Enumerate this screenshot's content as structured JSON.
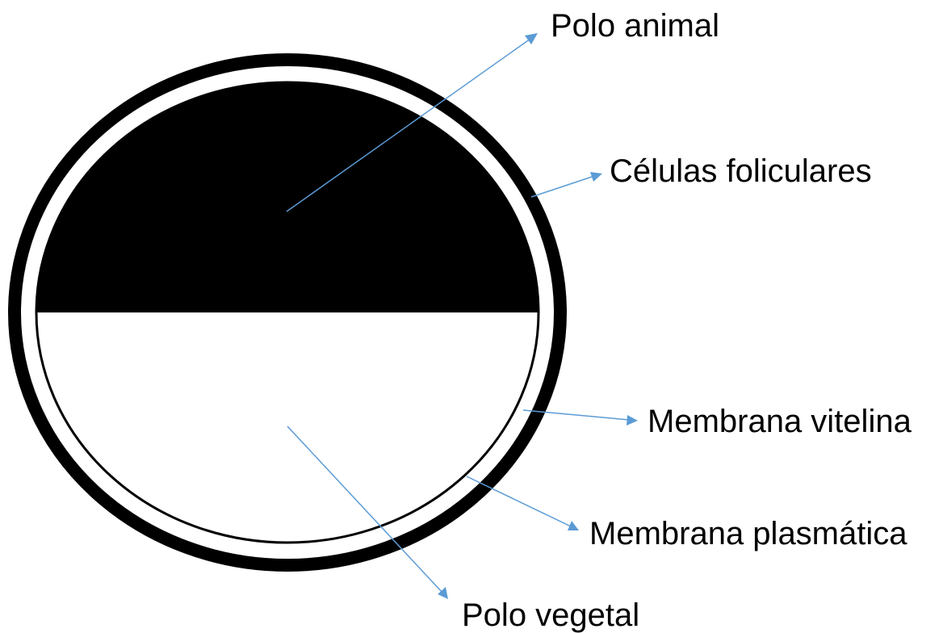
{
  "diagram": {
    "labels": {
      "polo_animal": "Polo animal",
      "celulas_foliculares": "Células foliculares",
      "membrana_vitelina": "Membrana vitelina",
      "membrana_plasmatica": "Membrana plasmática",
      "polo_vegetal": "Polo vegetal"
    },
    "colors": {
      "animal_hemisphere": "#000000",
      "vegetal_hemisphere": "#ffffff",
      "outer_ring": "#000000",
      "pointer_lines": "#5b9bd5",
      "label_text": "#000000"
    }
  }
}
